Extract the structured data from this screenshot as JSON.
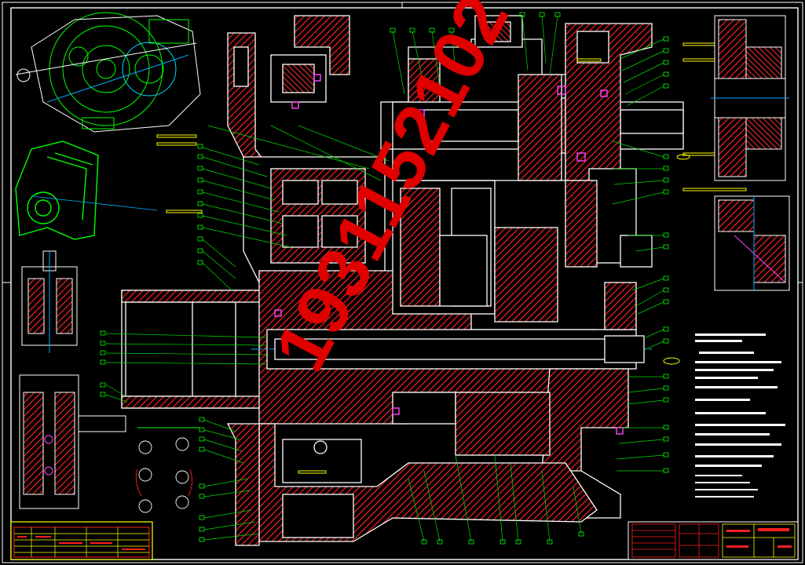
{
  "drawing": {
    "watermark": "1931152102",
    "colors": {
      "background": "#000000",
      "frame": "#ffffff",
      "part_outline": "#ffffff",
      "section_hatch": "#ff2020",
      "leader": "#00dd00",
      "label_box": "#00ff00",
      "center_line": "#00aaff",
      "bearing": "#ff44ff",
      "title_block_red": "#ff0000",
      "title_block_yellow": "#ffff00",
      "notes_text": "#ffffff"
    },
    "title_block": {
      "label": "title-block"
    },
    "notes": {
      "label": "technical-notes"
    }
  }
}
